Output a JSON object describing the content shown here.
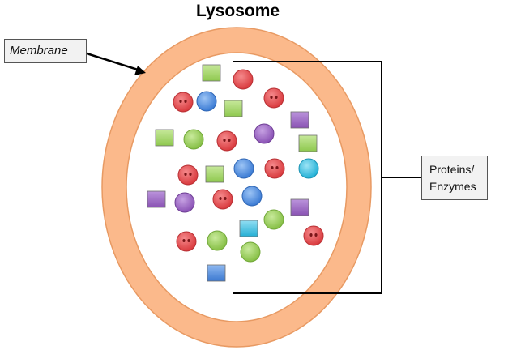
{
  "title": "Lysosome",
  "membrane_label": "Membrane",
  "proteins_label_line1": "Proteins/",
  "proteins_label_line2": "Enzymes",
  "colors": {
    "membrane_outer": "#fbb98b",
    "membrane_stroke": "#e89a63",
    "interior": "#ffffff",
    "red": "#e2474b",
    "blue": "#4f8fe0",
    "green": "#9bd05a",
    "purple": "#9e67c6",
    "cyan": "#3fc3e3",
    "line": "#000000"
  },
  "particles": [
    {
      "shape": "square",
      "color": "green",
      "face": false
    },
    {
      "shape": "circle",
      "color": "red",
      "face": false
    },
    {
      "shape": "circle",
      "color": "red",
      "face": true
    },
    {
      "shape": "circle",
      "color": "blue",
      "face": false
    },
    {
      "shape": "square",
      "color": "green",
      "face": false
    },
    {
      "shape": "circle",
      "color": "red",
      "face": true
    },
    {
      "shape": "square",
      "color": "purple",
      "face": false
    },
    {
      "shape": "square",
      "color": "green",
      "face": false
    },
    {
      "shape": "circle",
      "color": "green",
      "face": false
    },
    {
      "shape": "circle",
      "color": "red",
      "face": true
    },
    {
      "shape": "circle",
      "color": "purple",
      "face": false
    },
    {
      "shape": "square",
      "color": "green",
      "face": false
    },
    {
      "shape": "circle",
      "color": "red",
      "face": true
    },
    {
      "shape": "square",
      "color": "green",
      "face": false
    },
    {
      "shape": "circle",
      "color": "blue",
      "face": false
    },
    {
      "shape": "circle",
      "color": "red",
      "face": true
    },
    {
      "shape": "circle",
      "color": "cyan",
      "face": false
    },
    {
      "shape": "square",
      "color": "purple",
      "face": false
    },
    {
      "shape": "circle",
      "color": "purple",
      "face": false
    },
    {
      "shape": "circle",
      "color": "red",
      "face": true
    },
    {
      "shape": "circle",
      "color": "blue",
      "face": false
    },
    {
      "shape": "square",
      "color": "purple",
      "face": false
    },
    {
      "shape": "square",
      "color": "cyan",
      "face": false
    },
    {
      "shape": "circle",
      "color": "green",
      "face": false
    },
    {
      "shape": "circle",
      "color": "red",
      "face": true
    },
    {
      "shape": "circle",
      "color": "green",
      "face": false
    },
    {
      "shape": "circle",
      "color": "red",
      "face": true
    },
    {
      "shape": "circle",
      "color": "green",
      "face": false
    },
    {
      "shape": "square",
      "color": "blue",
      "face": false
    }
  ]
}
